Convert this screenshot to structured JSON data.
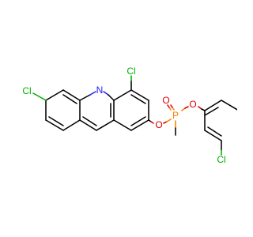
{
  "molecule": {
    "colors": {
      "carbon_bond": "#000000",
      "nitrogen": "#2020ff",
      "oxygen": "#e00000",
      "phosphorus": "#ff8000",
      "chlorine": "#00b000"
    },
    "atom_labels": {
      "cl_left": "Cl",
      "cl_top": "Cl",
      "nitrogen": "N",
      "oxygen_ester_left": "O",
      "phosphorus": "P",
      "oxygen_double": "O",
      "oxygen_ester_right": "O",
      "cl_bottom": "Cl"
    }
  }
}
